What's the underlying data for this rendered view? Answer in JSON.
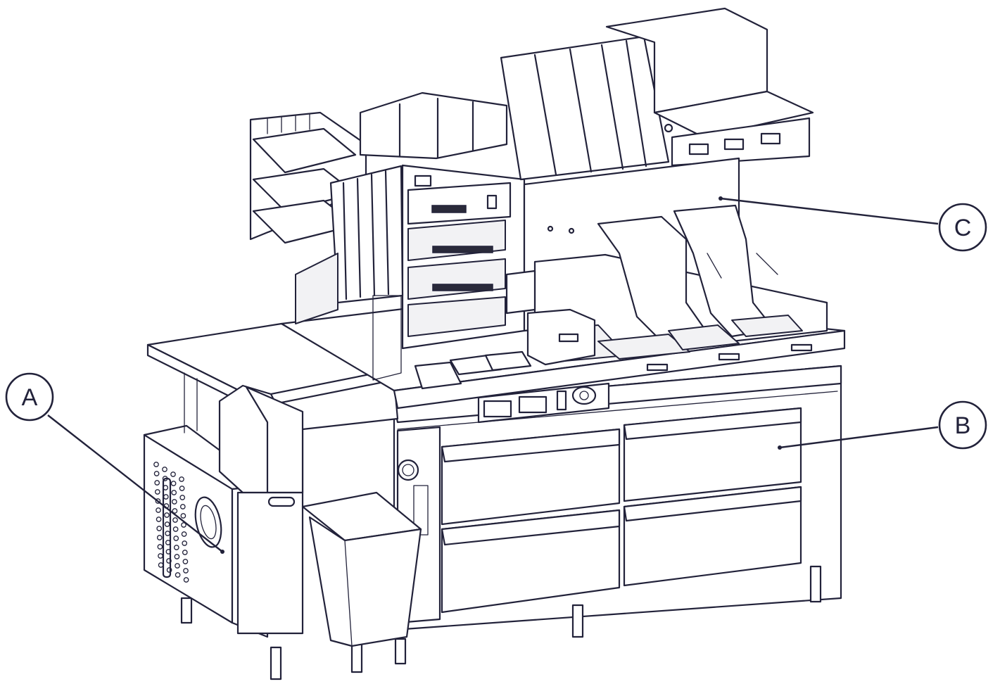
{
  "diagram": {
    "callouts": [
      {
        "id": "A",
        "label": "A"
      },
      {
        "id": "B",
        "label": "B"
      },
      {
        "id": "C",
        "label": "C"
      }
    ]
  },
  "colors": {
    "line": "#22223a",
    "background": "#ffffff"
  }
}
